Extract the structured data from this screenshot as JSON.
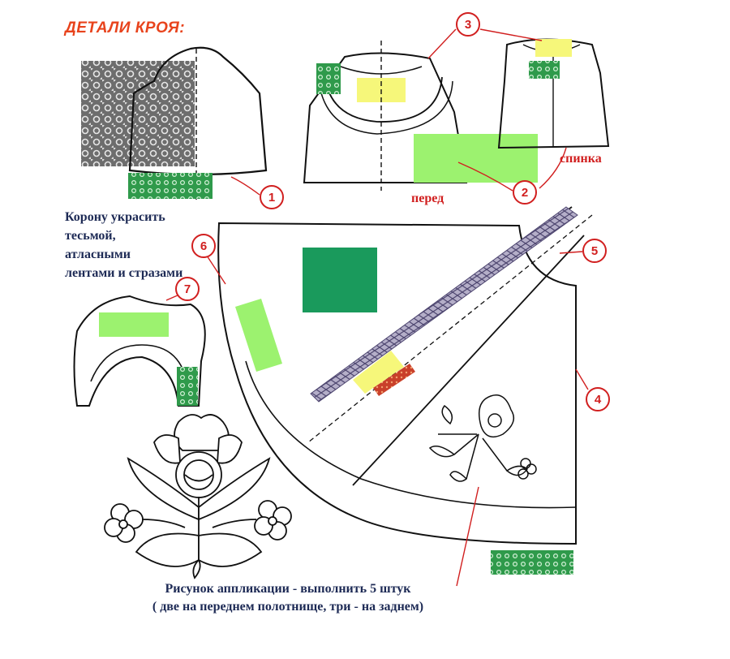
{
  "title": "ДЕТАЛИ КРОЯ:",
  "crown_note": [
    "Корону украсить",
    "тесьмой,",
    "атласными",
    "лентами и стразами"
  ],
  "labels": {
    "front": "перед",
    "back": "спинка"
  },
  "caption": [
    "Рисунок аппликации - выполнить 5 штук",
    "( две на переднем полотнище, три - на заднем)"
  ],
  "callouts": [
    "1",
    "2",
    "3",
    "4",
    "5",
    "6",
    "7"
  ],
  "colors": {
    "title": "#e8431c",
    "callout": "#d11f1f",
    "text": "#1d2a55",
    "yellow": "#f6f77a",
    "light_green": "#9cf26f",
    "dark_green": "#1a9a5c",
    "lace_green": "#2f9a4b",
    "braid_purple": "#8d86a8",
    "red_trim": "#c9402a"
  }
}
